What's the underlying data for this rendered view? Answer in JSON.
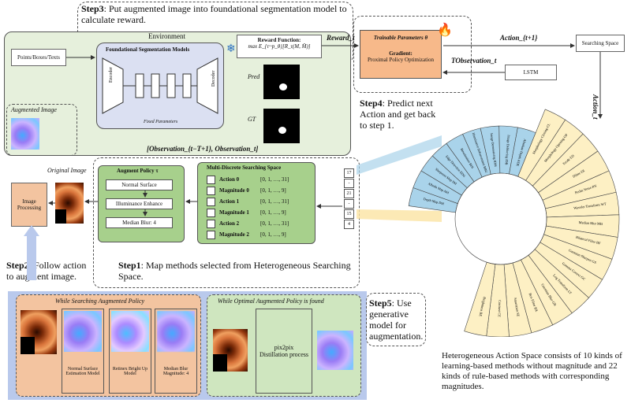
{
  "steps": {
    "step3_label": "Step3",
    "step3_text": ": Put augmented image into foundational segmentation model to calculate reward.",
    "step4_label": "Step4",
    "step4_text": ": Predict next Action and get back to step 1.",
    "step2_label": "Step2",
    "step2_text": ": Follow action to augment image.",
    "step1_label": "Step1",
    "step1_text": ": Map methods selected from Heterogeneous Searching Space.",
    "step5_label": "Step5",
    "step5_text": ": Use generative model for augmentation."
  },
  "environment": {
    "title": "Environment",
    "points_label": "Points/Boxes/Texts",
    "seg_model_title": "Foundational Segmentation Models",
    "encoder": "Encoder",
    "decoder": "Decoder",
    "fixed_params": "Fixed Parameters",
    "reward_title": "Reward Function:",
    "reward_formula": "max E_{τ~p_θ}[R_τ(M, M̂)]",
    "pred": "Pred",
    "gt": "GT",
    "augmented_image": "Augmented Image",
    "original_image": "Original Image",
    "image_processing": "Image Processing",
    "observation_label": "[Observation_{t−T+1}, Observation_t]"
  },
  "policy": {
    "title": "Augment Policy τ",
    "rows": [
      "Normal Surface",
      "Illuminance Enhance",
      "Median Blur: 4"
    ]
  },
  "search_space": {
    "title": "Multi-Discrete Searching Space",
    "rows": [
      {
        "name": "Action 0",
        "range": "[0, 1, …, 31]"
      },
      {
        "name": "Magnitude 0",
        "range": "[0, 1, …, 9]"
      },
      {
        "name": "Action 1",
        "range": "[0, 1, …, 31]"
      },
      {
        "name": "Magnitude 1",
        "range": "[0, 1, …, 9]"
      },
      {
        "name": "Action 2",
        "range": "[0, 1, …, 31]"
      },
      {
        "name": "Magnitude 2",
        "range": "[0, 1, …, 9]"
      }
    ],
    "numbers": [
      "17",
      "-",
      "21",
      "-",
      "15",
      "4"
    ]
  },
  "agent": {
    "trainable": "Trainable Parameters θ",
    "gradient": "Gradient:",
    "ppo": "Proximal Policy Optimization",
    "reward_t": "Reward_t",
    "action_t1": "Action_{t+1}",
    "tobs": "TObservation_t",
    "lstm": "LSTM",
    "searching_space": "Searching Space",
    "action_t": "Action_t"
  },
  "bottom": {
    "searching_title": "While Searching Augmented Policy",
    "optimal_title": "While Optimal Augmented Policy is found",
    "model1": "Normal Surface Estimation Model",
    "model2": "Retinex Bright Up Model",
    "model3": "Median Blur Magnitude: 4",
    "pix2pix": "pix2pix Distillation process"
  },
  "caption": "Heterogeneous Action Space consists of 10 kinds of learning-based methods without magnitude and 22 kinds of rule-based methods with corresponding magnitudes.",
  "wheel": {
    "blue_labels": [
      "Depth Map DM",
      "Albedo Map AM",
      "Sharpness Map SM",
      "Edge Detection EDG",
      "Binarization BIN",
      "Illuminance Enhancement RBU",
      "Image Demosaicing IDM",
      "Image Deblurring IDB",
      "Absolute Depth ADE"
    ],
    "yellow_labels": [
      "Morphology Closing CL",
      "Morphology Opening OP",
      "Erode ED",
      "Dilate DI",
      "Perlin Noise PN",
      "Wavelet Transform WT",
      "Median Blur MB",
      "Bilateral Filter BF",
      "Gaussian Sharpen GS",
      "Gamma Correct GC",
      "Log Transform LT",
      "Gaussian Blur GB",
      "Box Filter BX",
      "Saturation SE",
      "Contrast CE",
      "Brightness BE"
    ],
    "colors": {
      "blue": "#a9d3ea",
      "yellow": "#fdf0c4"
    }
  },
  "colors": {
    "env_bg": "#e6f0dc",
    "seg_bg": "#dbe0f2",
    "agent_bg": "#f7b98a",
    "policy_bg": "#a7d08c",
    "bottom_bg": "#b9c9ec",
    "bottom_left_bg": "#f3c4a0",
    "bottom_right_bg": "#cfe6bf"
  }
}
